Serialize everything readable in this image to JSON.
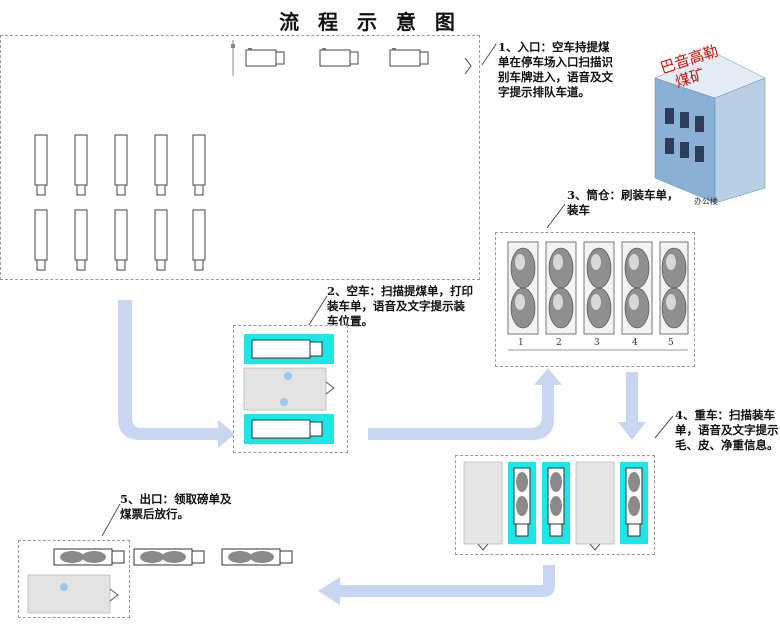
{
  "title": "流 程 示 意 图",
  "notes": {
    "entrance": "1、入口：空车持提煤单在停车场入口扫描识别车牌进入，语音及文字提示排队车道。",
    "entrance_lines": [
      "1、入口：空车持提煤",
      "单在停车场入口扫描识",
      "别车牌进入，语音及文",
      "字提示排队车道。"
    ],
    "empty": [
      "2、空车：扫描提煤单，打印",
      "装车单，语音及文字提示装",
      "车位置。"
    ],
    "silo": [
      "3、筒仓：刷装车单，",
      "装车"
    ],
    "heavy": [
      "4、重车：扫描装车",
      "单，语音及文字提示",
      "毛、皮、净重信息。"
    ],
    "exit": [
      "5、出口：领取磅单及",
      "煤票后放行。"
    ]
  },
  "building": {
    "sign": [
      "巴音高勒",
      "煤矿"
    ],
    "label": "办公楼"
  },
  "silo_numbers": [
    "1",
    "2",
    "3",
    "4",
    "5"
  ],
  "colors": {
    "flow_arrow": "#c9d6f2",
    "highlight": "#1ee6e6",
    "sign_red": "#cc1111",
    "building": "#8ab0d6"
  }
}
